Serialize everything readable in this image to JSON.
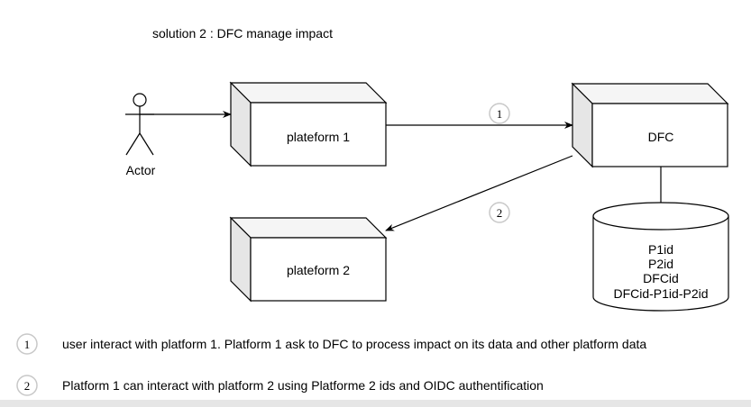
{
  "title": "solution 2 : DFC manage impact",
  "actor": {
    "label": "Actor"
  },
  "nodes": {
    "platform1": "plateform 1",
    "platform2": "plateform 2",
    "dfc": "DFC"
  },
  "database": {
    "lines": [
      "P1id",
      "P2id",
      "DFCid",
      "DFCid-P1id-P2id"
    ]
  },
  "edge_markers": [
    "1",
    "2"
  ],
  "legend": [
    {
      "number": "1",
      "text": "user interact with platform 1. Platform 1 ask to DFC to process impact on its data and other platform data"
    },
    {
      "number": "2",
      "text": "Platform 1 can interact with platform 2 using Platforme 2 ids and OIDC authentification"
    }
  ]
}
